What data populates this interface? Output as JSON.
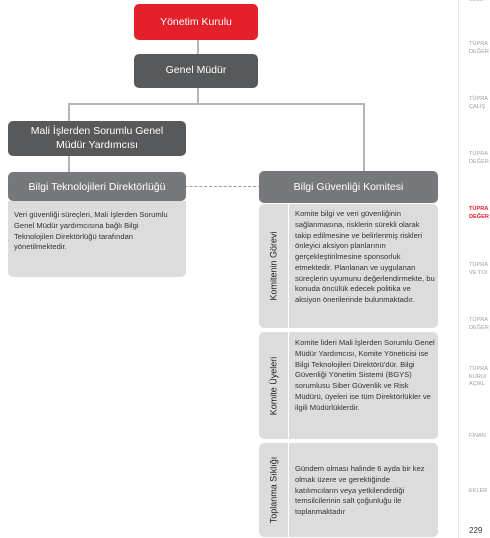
{
  "org": {
    "board": "Yönetim Kurulu",
    "ceo": "Genel Müdür",
    "cfo": "Mali İşlerden Sorumlu Genel Müdür Yardımcısı",
    "it_dir": "Bilgi Teknolojileri Direktörlüğü",
    "committee": "Bilgi Güvenliği Komitesi"
  },
  "it_dir_text": "Veri güvenliği süreçleri, Mali İşlerden Sorumlu Genel Müdür yardımcısına bağlı Bilgi Teknolojileri Direktörlüğü tarafından yönetilmektedir.",
  "committee_rows": [
    {
      "label": "Komitenin Görevi",
      "text": "Komite bilgi ve veri güvenliğinin sağlanmasına, risklerin sürekli olarak takip edilmesine ve belirlenmiş riskleri önleyici aksiyon planlarının gerçekleştirilmesine sponsorluk etmektedir. Planlanan ve uygulanan süreçlerin uyumunu değerlendirmekte, bu konuda öncülük edecek politika ve aksiyon önerilerinde bulunmaktadır."
    },
    {
      "label": "Komite Üyeleri",
      "text": "Komite lideri Mali İşlerden Sorumlu Genel Müdür Yardımcısı, Komite Yöneticisi ise Bilgi Teknolojileri Direktörü'dür. Bilgi Güvenliği Yönetim Sistemi (BGYS) sorumlusu Siber Güvenlik ve Risk Müdürü, üyeleri ise tüm Direktörlükler ve ilgili Müdürlüklerdir."
    },
    {
      "label": "Toplanma Sıklığı",
      "text": "Gündem olması halinde 6 ayda bir kez olmak üzere ve gerektiğinde katılımcıların veya yetkilendirdiği temsilcilerinin salt çoğunluğu ile toplanmaktadır"
    }
  ],
  "sidebar": {
    "items": [
      {
        "l1": "TÜPRA",
        "l2": "DEĞER",
        "l3": "",
        "active": false
      },
      {
        "l1": "TÜPRA",
        "l2": "ÇALIŞ",
        "l3": "",
        "active": false
      },
      {
        "l1": "TÜPRA",
        "l2": "DEĞER",
        "l3": "",
        "active": false
      },
      {
        "l1": "TÜPRA",
        "l2": "DEĞER",
        "l3": "",
        "active": true
      },
      {
        "l1": "TÜPRA",
        "l2": "VE TOI",
        "l3": "",
        "active": false
      },
      {
        "l1": "TÜPRA",
        "l2": "DEĞER",
        "l3": "",
        "active": false
      },
      {
        "l1": "TÜPRA",
        "l2": "KURUI",
        "l3": "AÇIKL",
        "active": false
      },
      {
        "l1": "FİNAN",
        "l2": "",
        "l3": "",
        "active": false
      },
      {
        "l1": "EKLER",
        "l2": "",
        "l3": "",
        "active": false
      }
    ],
    "page_number": "229"
  },
  "colors": {
    "accent": "#e4202a",
    "dark": "#58595b",
    "mid": "#77787b",
    "panel": "#dcdcdc"
  }
}
